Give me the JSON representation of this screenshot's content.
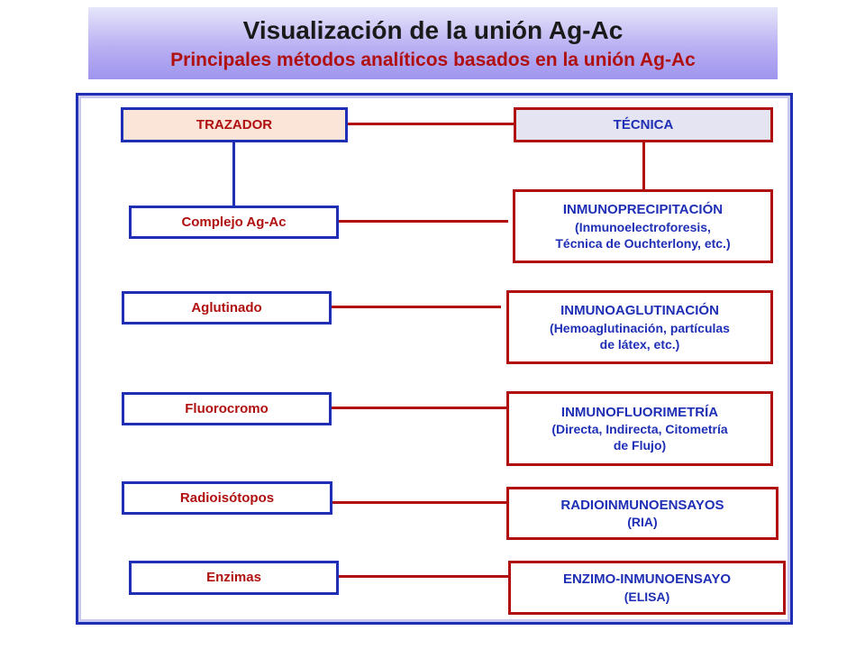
{
  "title": {
    "main": "Visualización de la unión Ag-Ac",
    "sub": "Principales métodos analíticos basados en la unión Ag-Ac"
  },
  "headers": {
    "trazador": "TRAZADOR",
    "tecnica": "TÉCNICA"
  },
  "rows": [
    {
      "tracer": "Complejo Ag-Ac",
      "technique": "INMUNOPRECIPITACIÓN",
      "detail_1": "(Inmunoelectroforesis,",
      "detail_2": "Técnica de Ouchterlony, etc.)"
    },
    {
      "tracer": "Aglutinado",
      "technique": "INMUNOAGLUTINACIÓN",
      "detail_1": "(Hemoaglutinación, partículas",
      "detail_2": "de látex, etc.)"
    },
    {
      "tracer": "Fluorocromo",
      "technique": "INMUNOFLUORIMETRÍA",
      "detail_1": "(Directa, Indirecta, Citometría",
      "detail_2": "de Flujo)"
    },
    {
      "tracer": "Radioisótopos",
      "technique": "RADIOINMUNOENSAYOS",
      "detail_1": "(RIA)",
      "detail_2": ""
    },
    {
      "tracer": "Enzimas",
      "technique": "ENZIMO-INMUNOENSAYO",
      "detail_1": "(ELISA)",
      "detail_2": ""
    }
  ],
  "colors": {
    "blue_border": "#1f2fb5",
    "red_border": "#b01010",
    "trazador_fill": "#fbe5d8",
    "tecnica_fill": "#e4e4f2"
  }
}
